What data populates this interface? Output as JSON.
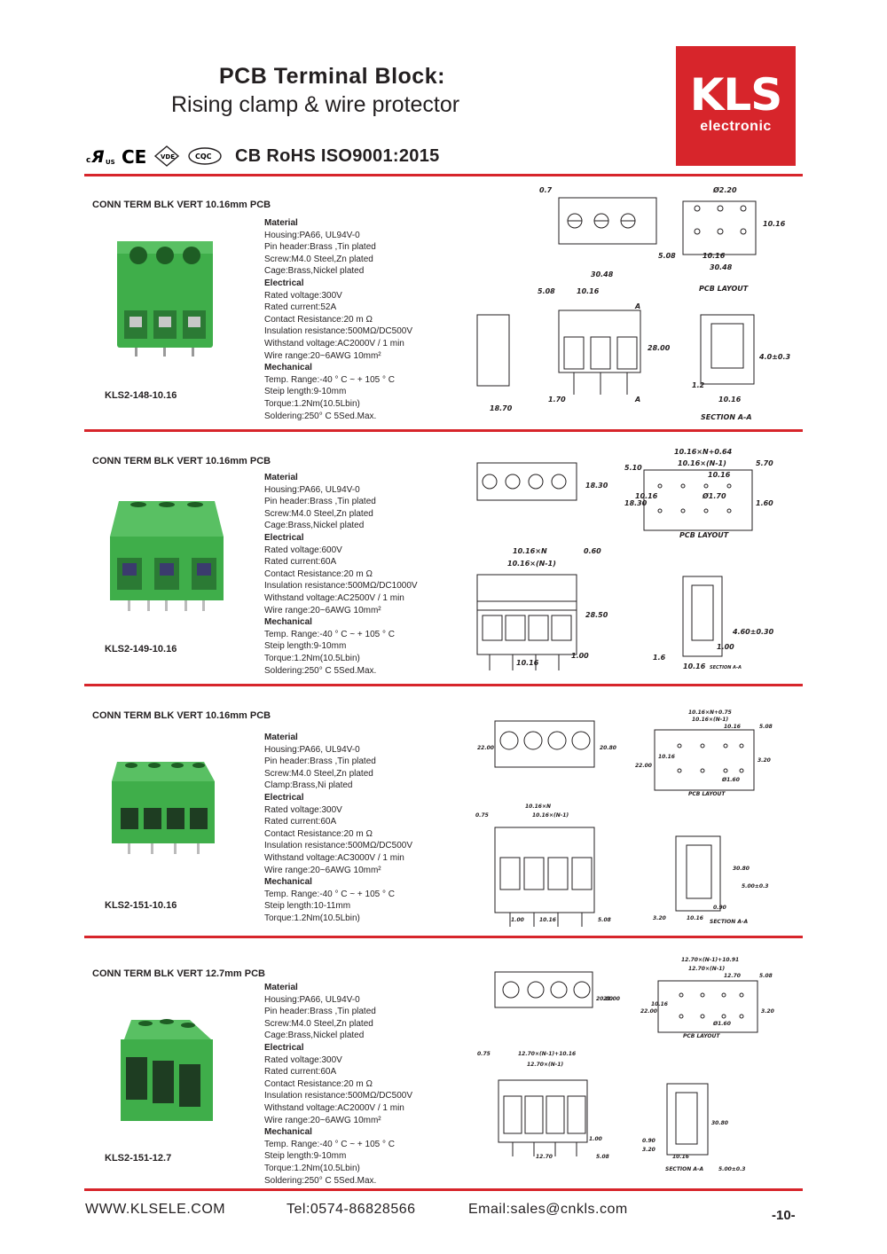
{
  "header": {
    "title": "PCB Terminal Block:",
    "subtitle": "Rising clamp & wire protector",
    "logo_main": "KLS",
    "logo_sub": "electronic",
    "cert_text": "CB RoHS ISO9001:2015",
    "brand_color": "#d7252b"
  },
  "sections": [
    {
      "heading": "CONN TERM BLK VERT  10.16mm PCB",
      "part": "KLS2-148-10.16",
      "specs": [
        "Material",
        "Housing:PA66, UL94V-0",
        "Pin header:Brass ,Tin plated",
        "Screw:M4.0  Steel,Zn plated",
        "Cage:Brass,Nickel plated",
        "Electrical",
        "Rated voltage:300V",
        "Rated current:52A",
        "Contact Resistance:20 m Ω",
        "Insulation resistance:500MΩ/DC500V",
        "Withstand voltage:AC2000V / 1 min",
        "Wire range:20~6AWG  10mm²",
        "Mechanical",
        "Temp. Range:-40 ° C ~ + 105 ° C",
        "Steip length:9-10mm",
        "Torque:1.2Nm(10.5Lbin)",
        "Soldering:250° C 5Sed.Max."
      ],
      "dims": [
        "0.7",
        "Ø2.20",
        "10.16",
        "5.08",
        "10.16",
        "30.48",
        "PCB LAYOUT",
        "30.48",
        "5.08",
        "10.16",
        "28.00",
        "4.0±0.3",
        "1.2",
        "10.16",
        "SECTION A-A",
        "1.70",
        "18.70",
        "A",
        "A"
      ]
    },
    {
      "heading": "CONN TERM BLK VERT  10.16mm PCB",
      "part": "KLS2-149-10.16",
      "specs": [
        "Material",
        "Housing:PA66, UL94V-0",
        "Pin header:Brass ,Tin plated",
        "Screw:M4.0  Steel,Zn plated",
        "Cage:Brass,Nickel plated",
        "Electrical",
        "Rated voltage:600V",
        "Rated current:60A",
        "Contact Resistance:20 m Ω",
        "Insulation resistance:500MΩ/DC1000V",
        "Withstand voltage:AC2500V / 1 min",
        "Wire range:20~6AWG  10mm²",
        "Mechanical",
        "Temp. Range:-40 ° C ~ + 105 ° C",
        "Steip length:9-10mm",
        "Torque:1.2Nm(10.5Lbin)",
        "Soldering:250° C 5Sed.Max."
      ],
      "dims": [
        "18.30",
        "10.16×N+0.64",
        "10.16×(N-1)",
        "5.10",
        "5.70",
        "10.16",
        "18.30",
        "10.16",
        "Ø1.70",
        "1.60",
        "PCB LAYOUT",
        "10.16×N",
        "0.60",
        "10.16×(N-1)",
        "28.50",
        "10.16",
        "1.00",
        "4.60±0.30",
        "1.00",
        "1.6",
        "10.16",
        "SECTION A-A"
      ]
    },
    {
      "heading": "CONN TERM BLK VERT  10.16mm PCB",
      "part": "KLS2-151-10.16",
      "specs": [
        "Material",
        "Housing:PA66, UL94V-0",
        "Pin header:Brass ,Tin plated",
        "Screw:M4.0  Steel,Zn plated",
        "Clamp:Brass,Ni  plated",
        "Electrical",
        "Rated voltage:300V",
        "Rated current:60A",
        "Contact Resistance:20 m Ω",
        "Insulation resistance:500MΩ/DC500V",
        "Withstand voltage:AC3000V / 1 min",
        "Wire range:20~6AWG  10mm²",
        "Mechanical",
        "Temp. Range:-40 ° C ~ + 105 ° C",
        "Steip length:10-11mm",
        "Torque:1.2Nm(10.5Lbin)"
      ],
      "dims": [
        "22.00",
        "20.80",
        "10.16×N+0.75",
        "10.16×(N-1)",
        "10.16",
        "5.08",
        "22.00",
        "10.16",
        "3.20",
        "Ø1.60",
        "PCB LAYOUT",
        "10.16×N",
        "0.75",
        "10.16×(N-1)",
        "30.80",
        "5.00±0.3",
        "0.90",
        "3.20",
        "10.16",
        "SECTION A-A",
        "1.00",
        "10.16",
        "5.08"
      ]
    },
    {
      "heading": "CONN TERM BLK VERT  12.7mm PCB",
      "part": "KLS2-151-12.7",
      "specs": [
        "Material",
        "Housing:PA66, UL94V-0",
        "Pin header:Brass ,Tin plated",
        "Screw:M4.0  Steel,Zn plated",
        "Cage:Brass,Nickel plated",
        "Electrical",
        "Rated voltage:300V",
        "Rated current:60A",
        "Contact Resistance:20 m Ω",
        "Insulation resistance:500MΩ/DC500V",
        "Withstand voltage:AC2000V / 1 min",
        "Wire range:20~6AWG  10mm²",
        "Mechanical",
        "Temp. Range:-40 ° C ~ + 105 ° C",
        "Steip length:9-10mm",
        "Torque:1.2Nm(10.5Lbin)",
        "Soldering:250° C 5Sed.Max."
      ],
      "dims": [
        "20.80",
        "22.00",
        "12.70×(N-1)+10.91",
        "12.70×(N-1)",
        "12.70",
        "5.08",
        "22.00",
        "10.16",
        "3.20",
        "Ø1.60",
        "PCB LAYOUT",
        "0.75",
        "12.70×(N-1)+10.16",
        "12.70×(N-1)",
        "1.00",
        "12.70",
        "5.08",
        "30.80",
        "0.90",
        "3.20",
        "10.16",
        "SECTION A-A",
        "5.00±0.3"
      ]
    }
  ],
  "footer": {
    "website": "WWW.KLSELE.COM",
    "tel": "Tel:0574-86828566",
    "email": "Email:sales@cnkls.com",
    "page": "-10-"
  }
}
